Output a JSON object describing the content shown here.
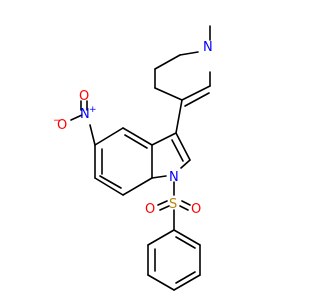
{
  "molecule": {
    "atoms": {
      "N_methyl": "N",
      "N_nitro": "N",
      "O_nitro_left": "O",
      "O_nitro_top": "O",
      "N_indole": "N",
      "S_sulfonyl": "S",
      "O_sulfonyl_left": "O",
      "O_sulfonyl_right": "O"
    },
    "charges": {
      "N_nitro": "+",
      "O_nitro_left": "−"
    }
  },
  "colors": {
    "bond": "#000000",
    "nitrogen": "#0000ff",
    "oxygen": "#ff0000",
    "sulfur": "#b8860b"
  }
}
